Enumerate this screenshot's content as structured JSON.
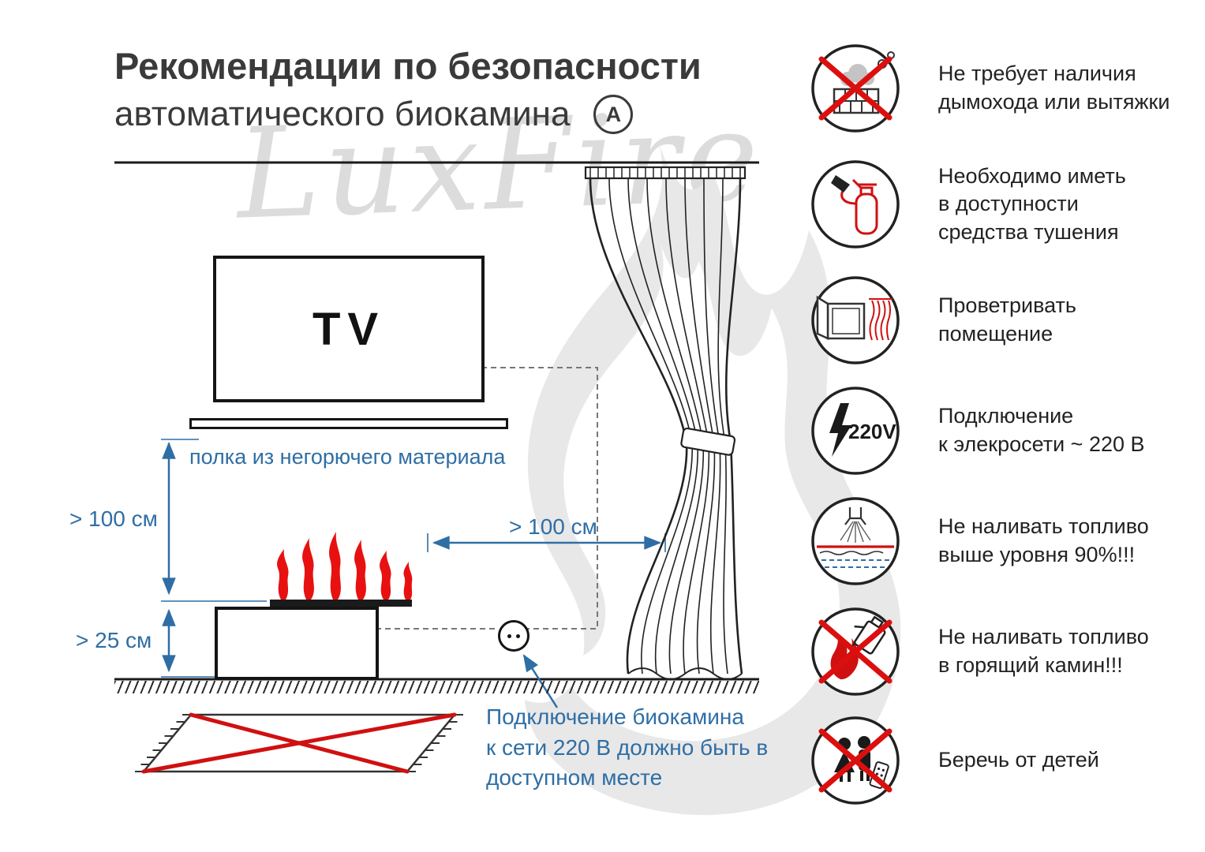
{
  "title": {
    "line1": "Рекомендации по безопасности",
    "line2": "автоматического биокамина",
    "badge": "A"
  },
  "watermark": {
    "text": "LuxFire"
  },
  "diagram": {
    "tv_label": "TV",
    "shelf_label": "полка из негорючего материала",
    "dim_shelf_to_fire": "> 100 см",
    "dim_fire_to_floor": "> 25 см",
    "dim_fire_to_curtain": "> 100 см",
    "outlet_note": "Подключение биокамина\nк сети 220 В должно быть в\nдоступном месте"
  },
  "safety_items": [
    {
      "icon": "no-chimney-icon",
      "text": "Не требует наличия\nдымохода или вытяжки"
    },
    {
      "icon": "extinguisher-icon",
      "text": "Необходимо иметь\nв доступности\nсредства тушения"
    },
    {
      "icon": "ventilate-icon",
      "text": "Проветривать\nпомещение"
    },
    {
      "icon": "power-220v-icon",
      "label": "220V",
      "text": "Подключение\nк элекросети ~ 220 В"
    },
    {
      "icon": "fuel-level-icon",
      "text": "Не наливать топливо\nвыше уровня 90%!!!"
    },
    {
      "icon": "no-refuel-burning-icon",
      "text": "Не наливать топливо\nв горящий камин!!!"
    },
    {
      "icon": "keep-from-children-icon",
      "text": "Беречь от детей"
    }
  ],
  "colors": {
    "accent_blue": "#2f6ea5",
    "accent_red": "#e01010",
    "watermark_grey": "#e8e8e8"
  }
}
